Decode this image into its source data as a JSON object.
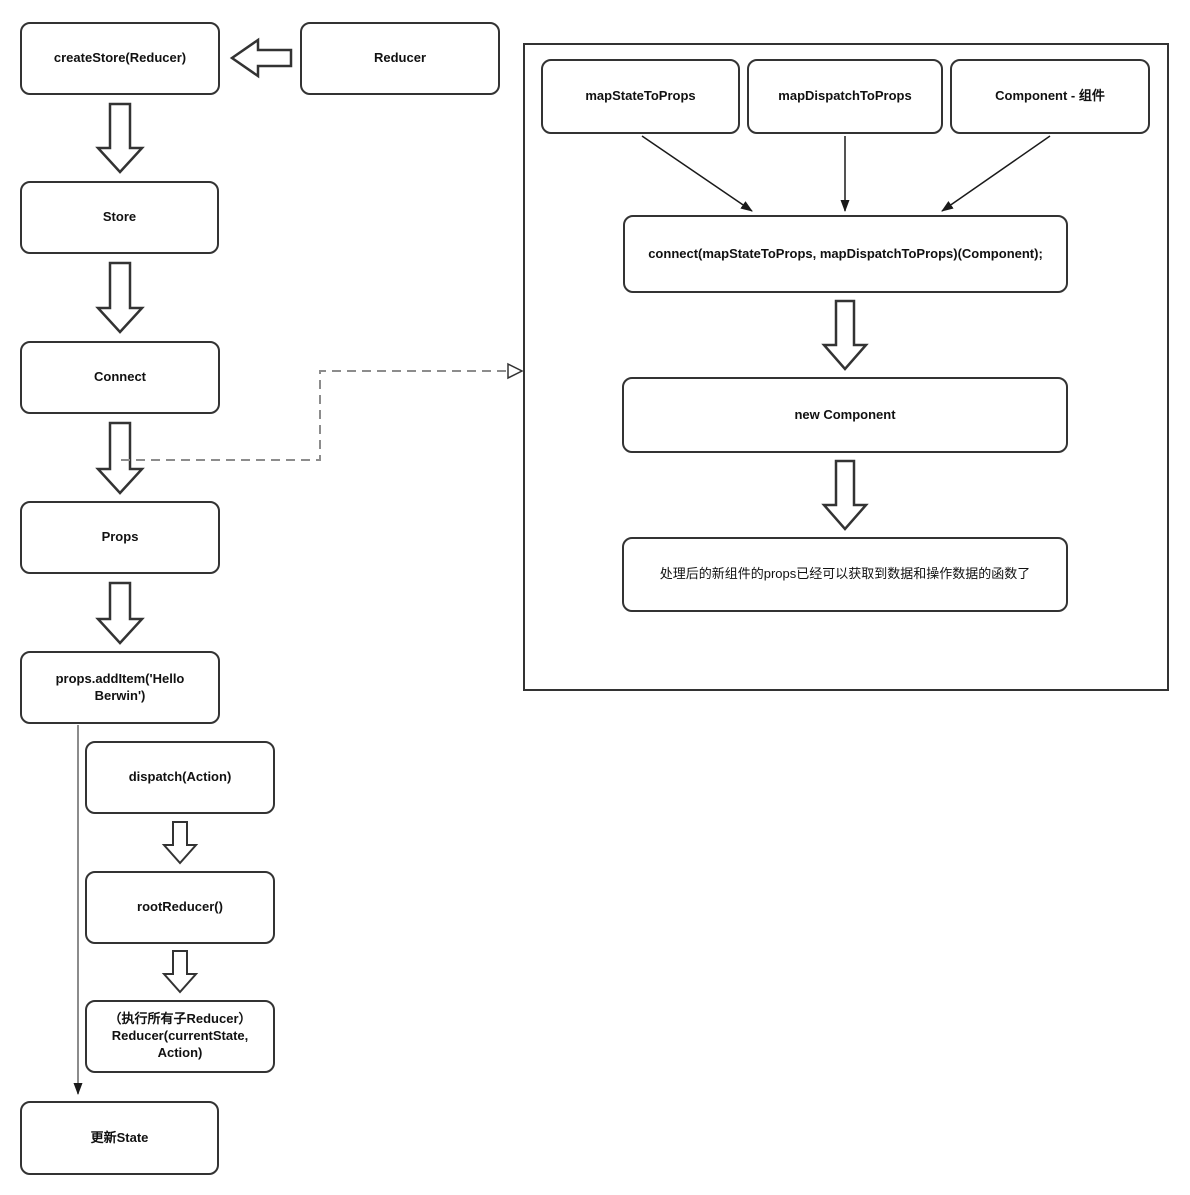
{
  "colors": {
    "background": "#ffffff",
    "stroke": "#333333",
    "text": "#111111",
    "dashed_line": "#8c8c8c",
    "thin_line": "#666666"
  },
  "main_flow": {
    "create_store": "createStore(Reducer)",
    "reducer": "Reducer",
    "store": "Store",
    "connect": "Connect",
    "props": "Props",
    "props_add_item": "props.addItem('Hello Berwin')",
    "dispatch": "dispatch(Action)",
    "root_reducer": "rootReducer()",
    "run_sub_reducers": "（执行所有子Reducer）Reducer(currentState, Action)",
    "update_state": "更新State"
  },
  "connect_panel": {
    "map_state_to_props": "mapStateToProps",
    "map_dispatch_to_props": "mapDispatchToProps",
    "component": "Component - 组件",
    "connect_call": "connect(mapStateToProps, mapDispatchToProps)(Component);",
    "new_component": "new Component",
    "result_note": "处理后的新组件的props已经可以获取到数据和操作数据的函数了"
  }
}
